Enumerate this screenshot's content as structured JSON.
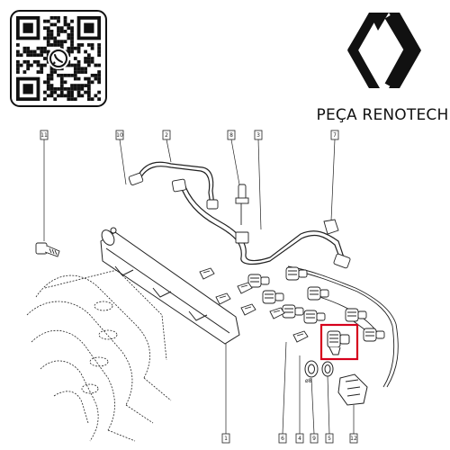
{
  "brand": {
    "name": "PEÇA RENOTECH",
    "logo": "renault-diamond-logo",
    "qr_icon": "whatsapp-qr-code"
  },
  "callouts": [
    {
      "id": "c11",
      "label": "11"
    },
    {
      "id": "c10",
      "label": "10"
    },
    {
      "id": "c2",
      "label": "2"
    },
    {
      "id": "c8",
      "label": "8"
    },
    {
      "id": "c3",
      "label": "3"
    },
    {
      "id": "c7",
      "label": "7"
    },
    {
      "id": "c1",
      "label": "1"
    },
    {
      "id": "c6",
      "label": "6"
    },
    {
      "id": "c4",
      "label": "4"
    },
    {
      "id": "c9",
      "label": "9"
    },
    {
      "id": "c5",
      "label": "5"
    },
    {
      "id": "c12",
      "label": "12"
    }
  ],
  "small_labels": {
    "seal_size": "ø8"
  },
  "colors": {
    "highlight": "#d6001c",
    "line": "#222222"
  }
}
